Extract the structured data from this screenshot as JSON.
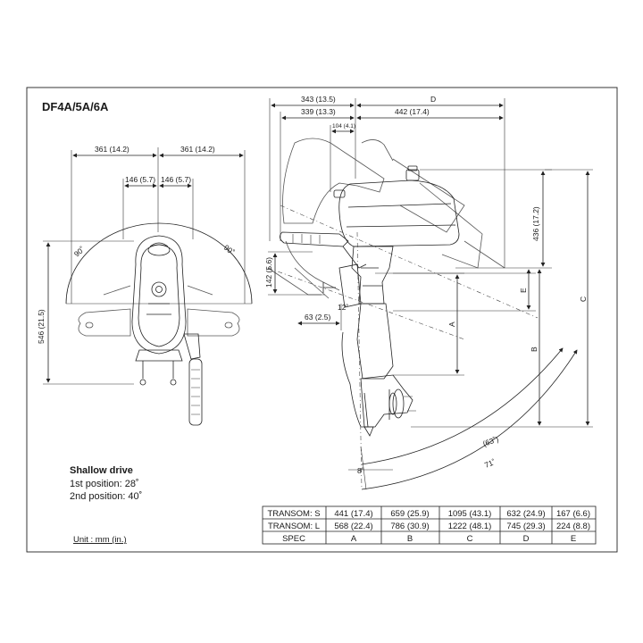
{
  "model_title": "DF4A/5A/6A",
  "unit_note": "Unit : mm (in.)",
  "shallow_drive": {
    "heading": "Shallow drive",
    "first_position": "1st position: 28˚",
    "second_position": "2nd position: 40˚"
  },
  "front_view": {
    "width_left": "361 (14.2)",
    "width_right": "361 (14.2)",
    "inner_left": "146 (5.7)",
    "inner_right": "146 (5.7)",
    "height": "546 (21.5)",
    "angle_left": "90˚",
    "angle_right": "90˚"
  },
  "side_view": {
    "top_343": "343 (13.5)",
    "top_D": "D",
    "top_339": "339 (13.3)",
    "top_442": "442 (17.4)",
    "top_104": "104 (4.1)",
    "height_436": "436 (17.2)",
    "dim_142": "142 (5.6)",
    "dim_63": "63 (2.5)",
    "dim_12": "12˚",
    "label_A": "A",
    "label_B": "B",
    "label_C": "C",
    "label_E": "E",
    "tilt_63": "(63˚)",
    "tilt_71": "71˚",
    "trim_8": "8˚"
  },
  "spec_table": {
    "rows": [
      {
        "label": "TRANSOM: S",
        "cells": [
          "441 (17.4)",
          "659 (25.9)",
          "1095 (43.1)",
          "632 (24.9)",
          "167 (6.6)"
        ]
      },
      {
        "label": "TRANSOM: L",
        "cells": [
          "568 (22.4)",
          "786 (30.9)",
          "1222 (48.1)",
          "745 (29.3)",
          "224 (8.8)"
        ]
      },
      {
        "label": "SPEC",
        "cells": [
          "A",
          "B",
          "C",
          "D",
          "E"
        ]
      }
    ]
  }
}
